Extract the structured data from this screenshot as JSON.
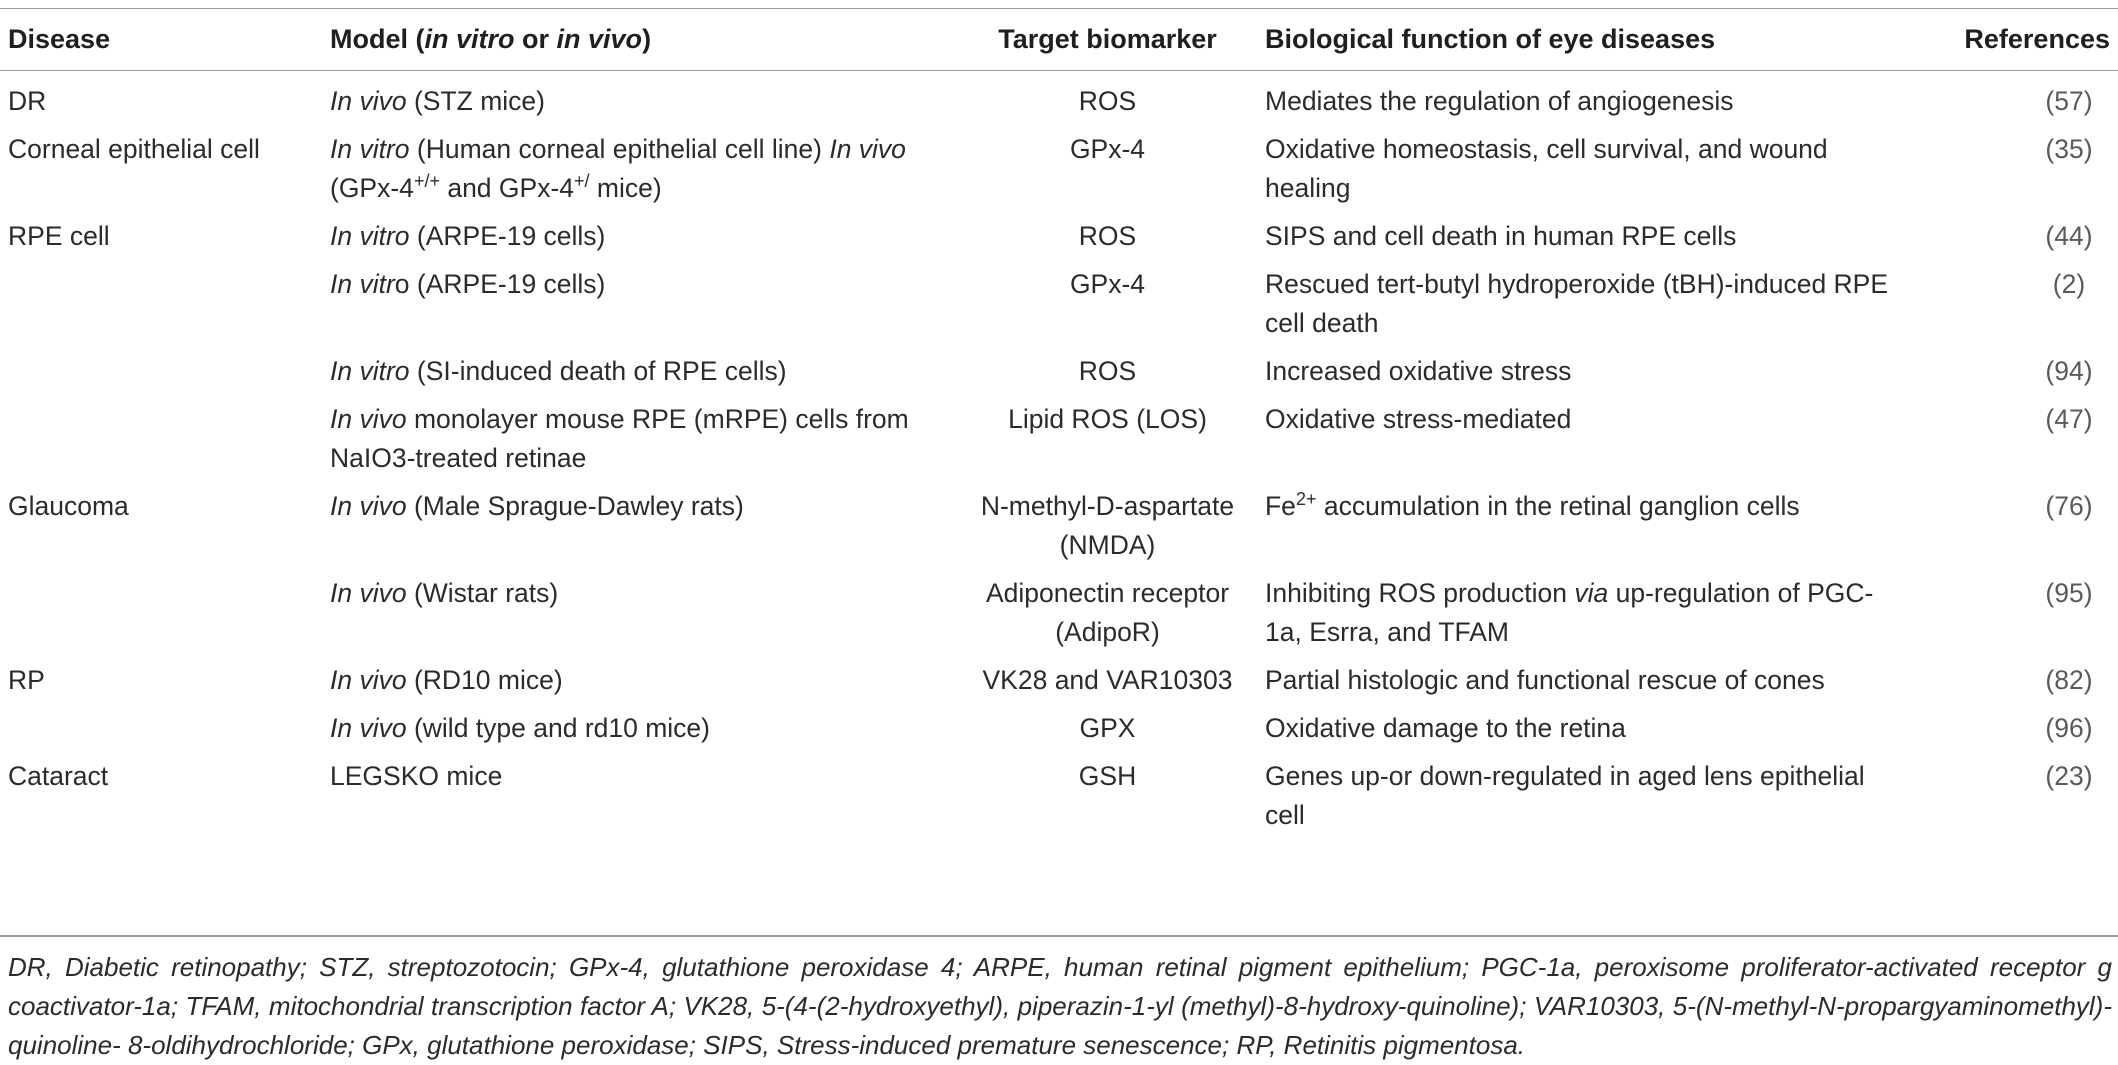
{
  "headers": {
    "disease": "Disease",
    "model_pre": "Model (",
    "model_it1": "in vitro",
    "model_mid": " or ",
    "model_it2": "in vivo",
    "model_post": ")",
    "target": "Target biomarker",
    "function": "Biological function of eye diseases",
    "references": "References"
  },
  "rows": [
    {
      "disease": "DR",
      "model_it": "In vivo",
      "model_rest": " (STZ mice)",
      "target": "ROS",
      "function": "Mediates the regulation of angiogenesis",
      "ref": "(57)"
    },
    {
      "disease": "Corneal epithelial cell",
      "model_it": "In vitro",
      "model_rest": " (Human corneal epithelial cell line) ",
      "model_it2": "In vivo",
      "model_rest2": " (GPx-4",
      "model_sup1": "+/+",
      "model_rest3": " and GPx-4",
      "model_sup2": "+/",
      "model_rest4": " mice)",
      "target": "GPx-4",
      "function": "Oxidative homeostasis, cell survival, and wound healing",
      "ref": "(35)"
    },
    {
      "disease": "RPE cell",
      "model_it": "In vitro",
      "model_rest": " (ARPE-19 cells)",
      "target": "ROS",
      "function": "SIPS and cell death in human RPE cells",
      "ref": "(44)"
    },
    {
      "disease": "",
      "model_it": "In vitr",
      "model_rest": "o (ARPE-19 cells)",
      "target": "GPx-4",
      "function": "Rescued tert-butyl hydroperoxide (tBH)-induced RPE cell death",
      "ref": "(2)"
    },
    {
      "disease": "",
      "model_it": "In vitro",
      "model_rest": " (SI-induced death of RPE cells)",
      "target": "ROS",
      "function": "Increased oxidative stress",
      "ref": "(94)"
    },
    {
      "disease": "",
      "model_it": "In vivo",
      "model_rest": " monolayer mouse RPE (mRPE) cells from NaIO3-treated retinae",
      "target": "Lipid ROS (LOS)",
      "function": "Oxidative stress-mediated",
      "ref": "(47)"
    },
    {
      "disease": "Glaucoma",
      "model_it": "In vivo",
      "model_rest": " (Male Sprague-Dawley rats)",
      "target": "N-methyl-D-aspartate (NMDA)",
      "function_pre": "Fe",
      "function_sup": "2+",
      "function": " accumulation in the retinal ganglion cells",
      "ref": "(76)"
    },
    {
      "disease": "",
      "model_it": "In vivo",
      "model_rest": " (Wistar rats)",
      "target": "Adiponectin receptor (AdipoR)",
      "function_pre": "Inhibiting ROS production ",
      "function_it": "via",
      "function": " up-regulation of PGC-1a, Esrra, and TFAM",
      "ref": "(95)"
    },
    {
      "disease": "RP",
      "model_it": "In vivo",
      "model_rest": " (RD10 mice)",
      "target": "VK28 and VAR10303",
      "function": "Partial histologic and functional rescue of cones",
      "ref": "(82)"
    },
    {
      "disease": "",
      "model_it": "In vivo",
      "model_rest": " (wild type and rd10 mice)",
      "target": "GPX",
      "function": "Oxidative damage to the retina",
      "ref": "(96)"
    },
    {
      "disease": "Cataract",
      "model_it": "",
      "model_rest": "LEGSKO mice",
      "target": "GSH",
      "function": "Genes up-or down-regulated in aged lens epithelial cell",
      "ref": "(23)"
    }
  ],
  "footnote": "DR, Diabetic retinopathy; STZ, streptozotocin; GPx-4, glutathione peroxidase 4; ARPE, human retinal pigment epithelium; PGC-1a, peroxisome proliferator-activated receptor g coactivator-1a; TFAM, mitochondrial transcription factor A; VK28, 5-(4-(2-hydroxyethyl), piperazin-1-yl (methyl)-8-hydroxy-quinoline); VAR10303, 5-(N-methyl-N-propargyaminomethyl)-quinoline- 8-oldihydrochloride; GPx, glutathione peroxidase; SIPS, Stress-induced premature senescence; RP, Retinitis pigmentosa."
}
